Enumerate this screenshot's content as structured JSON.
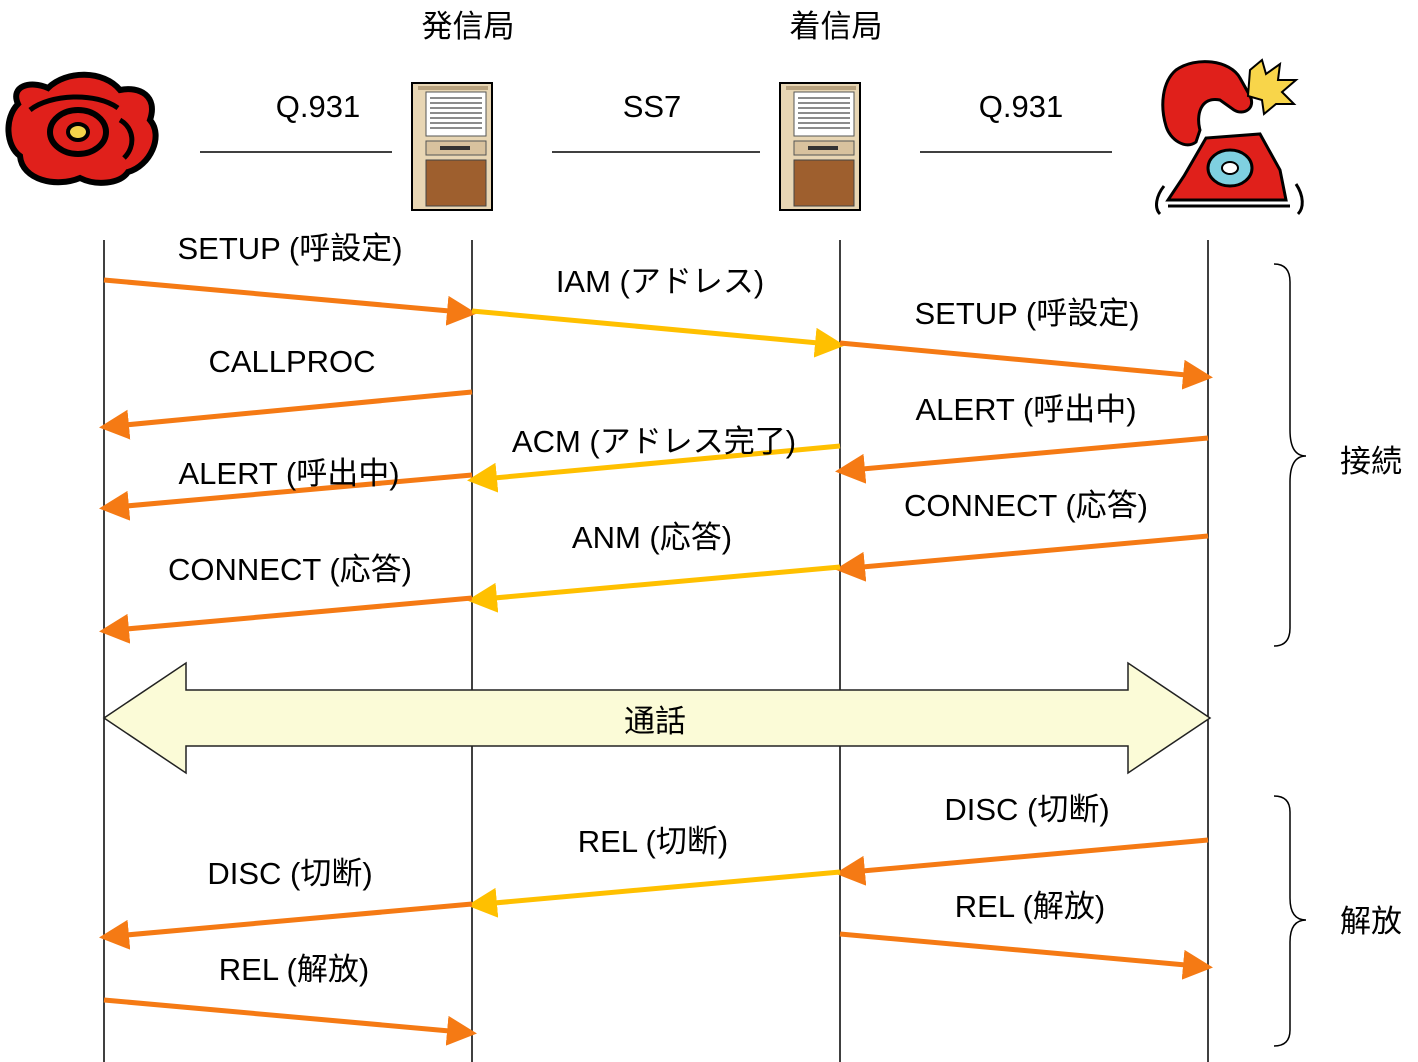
{
  "nodes": {
    "origin_office": "発信局",
    "dest_office": "着信局"
  },
  "links": {
    "left": "Q.931",
    "middle": "SS7",
    "right": "Q.931"
  },
  "messages": [
    {
      "label": "SETUP (呼設定)",
      "from": "caller",
      "to": "origin",
      "protocol": "q931"
    },
    {
      "label": "IAM (アドレス)",
      "from": "origin",
      "to": "dest",
      "protocol": "ss7"
    },
    {
      "label": "SETUP (呼設定)",
      "from": "dest",
      "to": "callee",
      "protocol": "q931"
    },
    {
      "label": "CALLPROC",
      "from": "origin",
      "to": "caller",
      "protocol": "q931"
    },
    {
      "label": "ALERT (呼出中)",
      "from": "callee",
      "to": "dest",
      "protocol": "q931"
    },
    {
      "label": "ACM (アドレス完了)",
      "from": "dest",
      "to": "origin",
      "protocol": "ss7"
    },
    {
      "label": "ALERT (呼出中)",
      "from": "origin",
      "to": "caller",
      "protocol": "q931"
    },
    {
      "label": "CONNECT (応答)",
      "from": "callee",
      "to": "dest",
      "protocol": "q931"
    },
    {
      "label": "ANM (応答)",
      "from": "dest",
      "to": "origin",
      "protocol": "ss7"
    },
    {
      "label": "CONNECT (応答)",
      "from": "origin",
      "to": "caller",
      "protocol": "q931"
    },
    {
      "label": "DISC (切断)",
      "from": "callee",
      "to": "dest",
      "protocol": "q931"
    },
    {
      "label": "REL (切断)",
      "from": "dest",
      "to": "origin",
      "protocol": "ss7"
    },
    {
      "label": "DISC (切断)",
      "from": "origin",
      "to": "caller",
      "protocol": "q931"
    },
    {
      "label": "REL (解放)",
      "from": "dest",
      "to": "callee",
      "protocol": "q931"
    },
    {
      "label": "REL (解放)",
      "from": "caller",
      "to": "origin",
      "protocol": "q931"
    }
  ],
  "talk": "通話",
  "phases": {
    "connect": "接続",
    "release": "解放"
  },
  "colors": {
    "q931_arrow": "#F57A14",
    "ss7_arrow": "#FFC000",
    "talk_fill": "#FBFBD7",
    "lifeline": "#000000",
    "server_body": "#E8D6B4",
    "server_base": "#9E5F2E",
    "phone_red": "#E0201B"
  },
  "icons": {
    "caller": "rotary-phone-icon",
    "origin": "server-tower-icon",
    "dest": "server-tower-icon",
    "callee": "ringing-phone-icon"
  }
}
